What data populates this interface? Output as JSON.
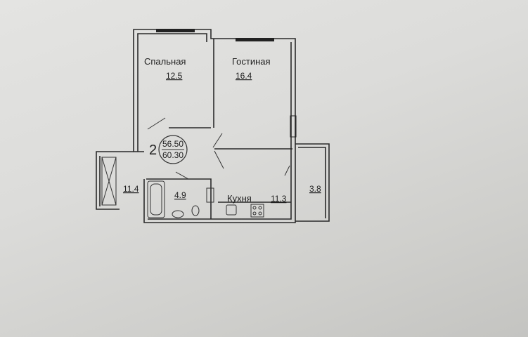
{
  "plan": {
    "rooms_count": "2",
    "area_living": "56.50",
    "area_total": "60.30",
    "rooms": [
      {
        "name": "Спальная",
        "area": "12.5"
      },
      {
        "name": "Гостиная",
        "area": "16.4"
      },
      {
        "name": "Кухня",
        "area": "11.3"
      },
      {
        "name": "",
        "area": "4.9"
      },
      {
        "name": "",
        "area": "11.4"
      },
      {
        "name": "",
        "area": "3.8"
      }
    ]
  }
}
